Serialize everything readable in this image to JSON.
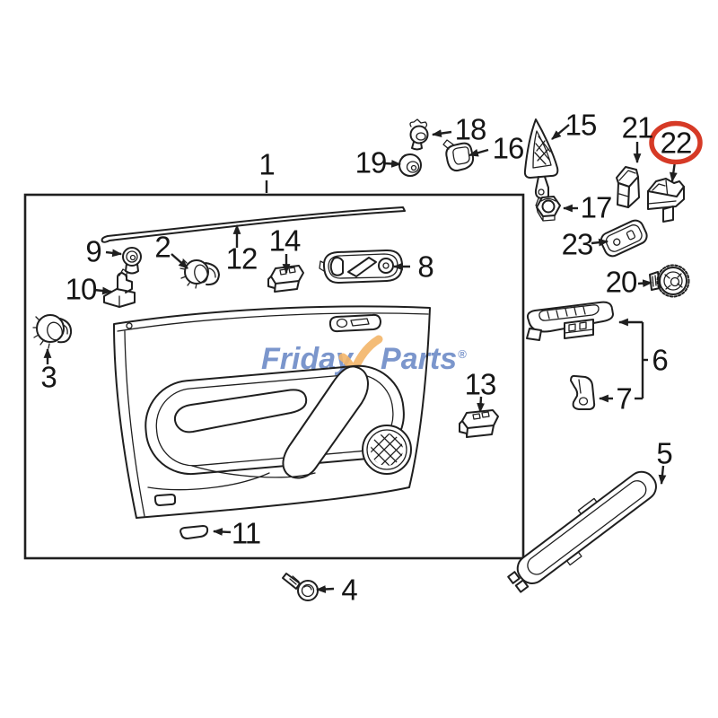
{
  "diagram": {
    "kind": "exploded-parts-diagram",
    "highlighted_part": "22"
  },
  "watermark": {
    "brand_first": "Friday",
    "brand_second": "Parts",
    "registered": "®",
    "check_icon": "check-swoosh-icon"
  },
  "colors": {
    "highlight_red": "#d63a26",
    "line": "#1f1f1f",
    "watermark_blue": "#5b7cc0",
    "watermark_orange": "#f0a243"
  },
  "callouts": [
    {
      "label": "1"
    },
    {
      "label": "2"
    },
    {
      "label": "3"
    },
    {
      "label": "4"
    },
    {
      "label": "5"
    },
    {
      "label": "6"
    },
    {
      "label": "7"
    },
    {
      "label": "8"
    },
    {
      "label": "9"
    },
    {
      "label": "10"
    },
    {
      "label": "11"
    },
    {
      "label": "12"
    },
    {
      "label": "13"
    },
    {
      "label": "14"
    },
    {
      "label": "15"
    },
    {
      "label": "16"
    },
    {
      "label": "17"
    },
    {
      "label": "18"
    },
    {
      "label": "19"
    },
    {
      "label": "20"
    },
    {
      "label": "21"
    },
    {
      "label": "22",
      "highlighted": true
    },
    {
      "label": "23"
    }
  ]
}
